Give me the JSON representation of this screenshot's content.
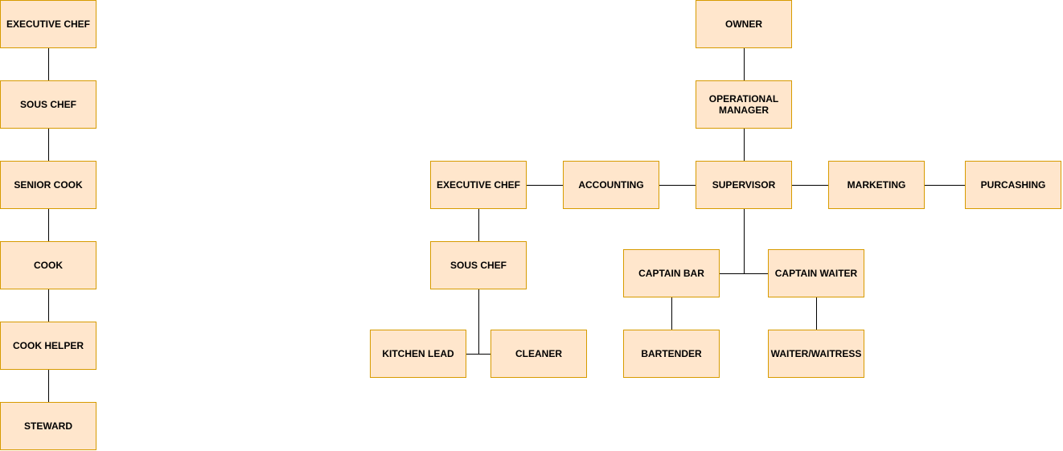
{
  "kitchen_chain": {
    "executive_chef": "EXECUTIVE CHEF",
    "sous_chef": "SOUS CHEF",
    "senior_cook": "SENIOR COOK",
    "cook": "COOK",
    "cook_helper": "COOK HELPER",
    "steward": "STEWARD"
  },
  "org_chart": {
    "owner": "OWNER",
    "operational_manager": "OPERATIONAL MANAGER",
    "supervisor": "SUPERVISOR",
    "accounting": "ACCOUNTING",
    "marketing": "MARKETING",
    "purchasing": "PURCASHING",
    "executive_chef": "EXECUTIVE CHEF",
    "sous_chef": "SOUS CHEF",
    "kitchen_lead": "KITCHEN LEAD",
    "cleaner": "CLEANER",
    "captain_bar": "CAPTAIN BAR",
    "captain_waiter": "CAPTAIN WAITER",
    "bartender": "BARTENDER",
    "waiter_waitress": "WAITER/WAITRESS"
  },
  "colors": {
    "box_fill": "#ffe6cc",
    "box_border": "#d79b00",
    "connector": "#000000"
  }
}
